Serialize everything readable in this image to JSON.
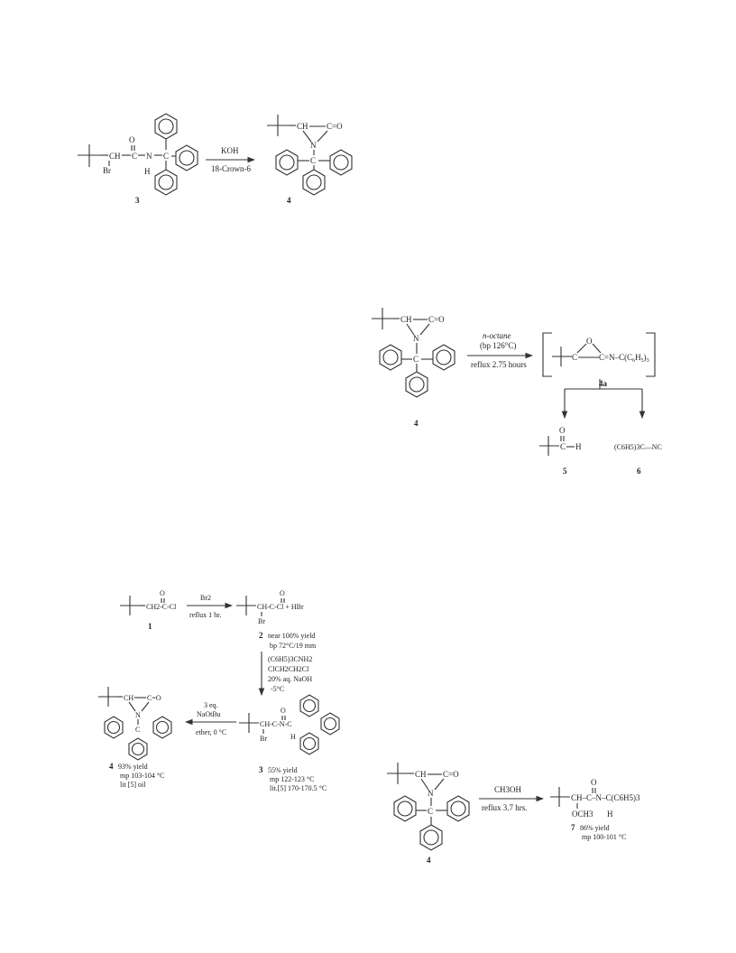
{
  "scheme1": {
    "br": "Br",
    "o": "O",
    "n": "N",
    "h": "H",
    "c": "C",
    "ch": "CH",
    "c_eq_o": "C=O",
    "cond_top": "KOH",
    "cond_bottom": "18-Crown-6",
    "num_left": "3",
    "num_right": "4"
  },
  "scheme2": {
    "cond1": "n-octane",
    "cond2": "(bp 126°C)",
    "cond3": "reflux 2.75 hours",
    "int_o": "O",
    "int_c_left": "C",
    "int_group": "C=N–C(C",
    "int_sub6": "6",
    "int_h": "H",
    "int_sub5": "5",
    "int_close": ")",
    "int_sub3": "3",
    "int_label": "4a",
    "aldehyde_o": "O",
    "aldehyde_c": "C",
    "aldehyde_h": "H",
    "isonitrile": "(C6H5)3C—NC",
    "num_4": "4",
    "num_5": "5",
    "num_6": "6"
  },
  "scheme3": {
    "acid_chloride": "CH2-C-Cl",
    "o": "O",
    "num_1": "1",
    "br2": "Br2",
    "reflux": "reflux 1 hr.",
    "bromide": "CH-C-Cl  +  HBr",
    "br": "Br",
    "num_2": "2",
    "yield2": "near 100% yield",
    "bp2": "bp 72°C/19 mm",
    "reag1": "(C6H5)3CNH2",
    "reag2": "ClCH2CH2Cl",
    "reag3": "20% aq. NaOH",
    "reag4": "-5°C",
    "amide": "CH-C-N-C",
    "n_h": "H",
    "num_3": "3",
    "yield3": "55% yield",
    "mp3": "mp 122-123 °C",
    "lit3": "lit.[5] 170-170.5 °C",
    "base1": "3 eq.",
    "base2": "NaOtBu",
    "base3": "ether, 0 °C",
    "num_4": "4",
    "yield4": "93% yield",
    "mp4": "mp 103-104 °C",
    "lit4": "lit [5] oil"
  },
  "scheme4": {
    "reagent": "CH3OH",
    "cond": "reflux 3.7 hrs.",
    "product": "CH–C–N–C(C6H5)3",
    "och3": "OCH3",
    "h": "H",
    "o": "O",
    "num_4": "4",
    "num_7": "7",
    "yield7": "86% yield",
    "mp7": "mp 100-101 °C"
  }
}
